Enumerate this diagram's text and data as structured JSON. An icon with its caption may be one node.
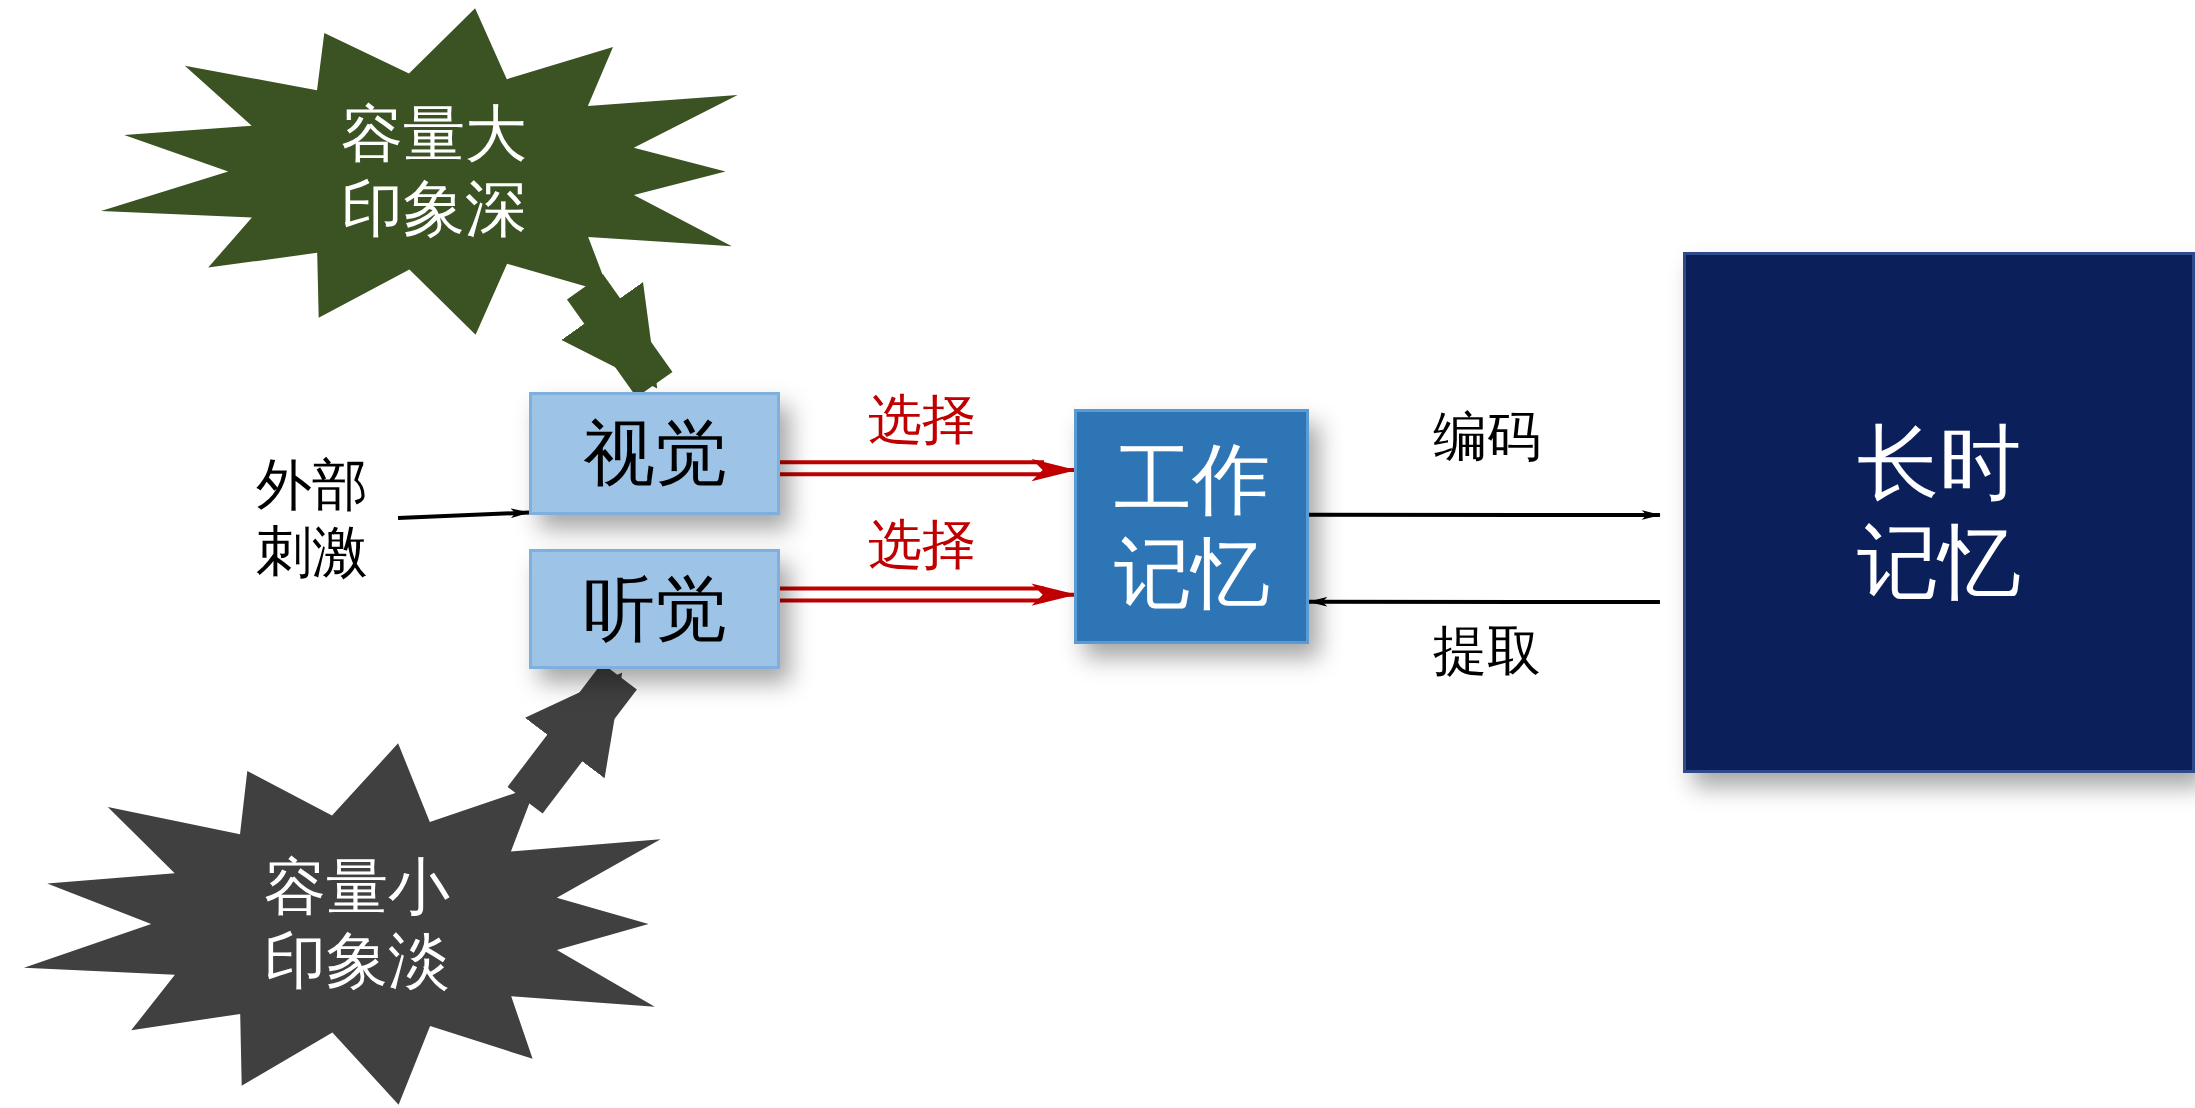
{
  "diagram": {
    "nodes": [
      {
        "text": [
          "容量大印象深"
        ]
      },
      {
        "text": [
          "外部刺激"
        ]
      },
      {
        "text": [
          "视觉"
        ]
      },
      {
        "text": [
          "听觉"
        ]
      },
      {
        "text": [
          "工作记忆"
        ]
      },
      {
        "text": [
          "长时记忆"
        ]
      },
      {
        "text": [
          "容量小印象淡"
        ]
      }
    ],
    "edges": [
      {
        "from": 0,
        "to": 2,
        "arrow": "to",
        "style": "thick",
        "color": "#3b5323"
      },
      {
        "from": 1,
        "to": 2,
        "arrow": "to"
      },
      {
        "from": 2,
        "to": 4,
        "arrow": "to",
        "label": "选择",
        "color": "#c00000"
      },
      {
        "from": 3,
        "to": 4,
        "arrow": "to",
        "label": "选择",
        "color": "#c00000"
      },
      {
        "from": 4,
        "to": 5,
        "arrow": "to",
        "label": "编码"
      },
      {
        "from": 5,
        "to": 4,
        "arrow": "to",
        "label": "提取"
      },
      {
        "from": 6,
        "to": 3,
        "arrow": "to",
        "style": "thick",
        "color": "#404040"
      }
    ]
  }
}
